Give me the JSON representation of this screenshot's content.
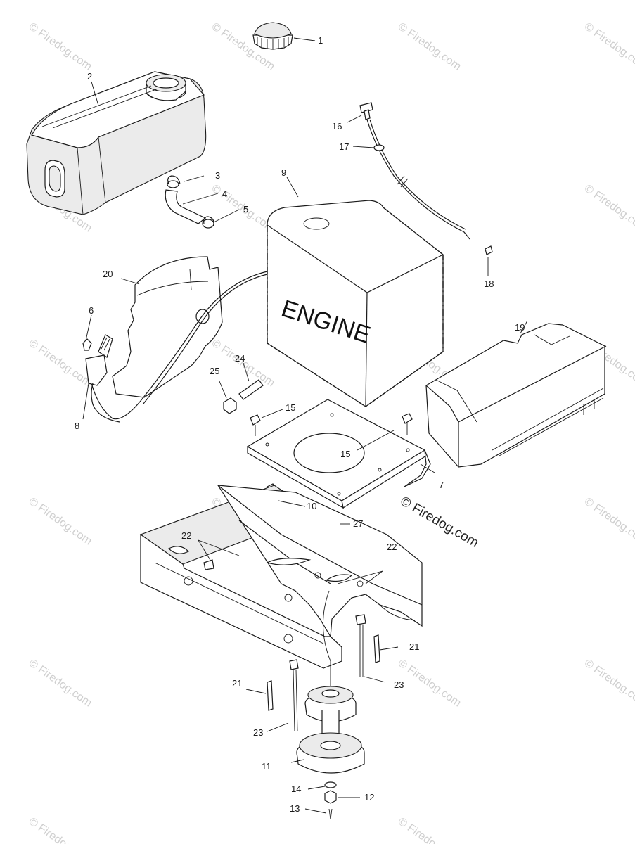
{
  "diagram": {
    "engine_label": "ENGINE",
    "copyright": "© Firedog.com",
    "watermark": "© Firedog.com",
    "callouts": {
      "c1": "1",
      "c2": "2",
      "c3": "3",
      "c4": "4",
      "c5": "5",
      "c6": "6",
      "c7": "7",
      "c8": "8",
      "c9": "9",
      "c10": "10",
      "c11": "11",
      "c12": "12",
      "c13": "13",
      "c14": "14",
      "c15a": "15",
      "c15b": "15",
      "c16": "16",
      "c17": "17",
      "c18": "18",
      "c19": "19",
      "c20": "20",
      "c21a": "21",
      "c21b": "21",
      "c22a": "22",
      "c22b": "22",
      "c23a": "23",
      "c23b": "23",
      "c24": "24",
      "c25": "25",
      "c27": "27"
    }
  }
}
